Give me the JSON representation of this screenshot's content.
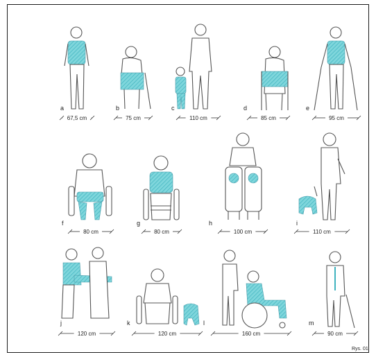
{
  "accent_color": "#5cc8d0",
  "figures": [
    {
      "letter": "a",
      "width": "67,5 cm"
    },
    {
      "letter": "b",
      "width": "75 cm"
    },
    {
      "letter": "c",
      "width": "110 cm"
    },
    {
      "letter": "d",
      "width": "85 cm"
    },
    {
      "letter": "e",
      "width": "95 cm"
    },
    {
      "letter": "f",
      "width": "80 cm"
    },
    {
      "letter": "g",
      "width": "80 cm"
    },
    {
      "letter": "h",
      "width": "100 cm"
    },
    {
      "letter": "i",
      "width": "110 cm"
    },
    {
      "letter": "j",
      "width": "120 cm"
    },
    {
      "letter": "k",
      "width": "120 cm"
    },
    {
      "letter": "l",
      "width": "160 cm"
    },
    {
      "letter": "m",
      "width": "90 cm"
    }
  ],
  "figure_label": "Rys. 01"
}
